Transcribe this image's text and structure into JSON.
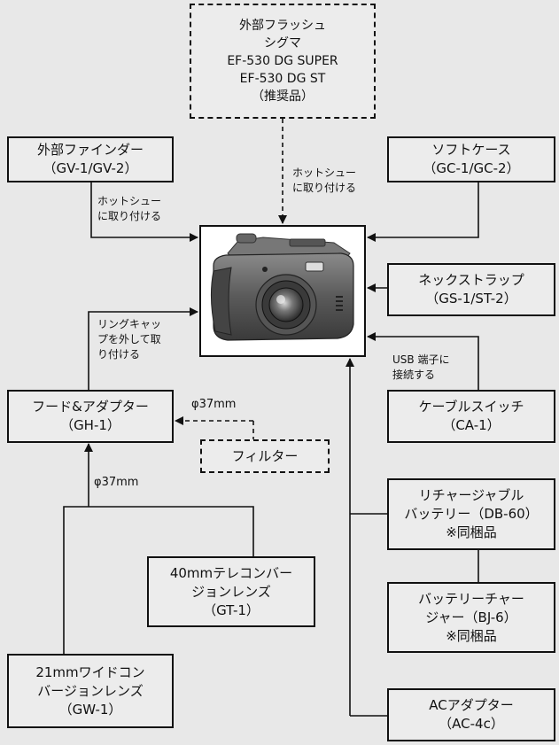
{
  "diagram": {
    "flash": {
      "lines": [
        "外部フラッシュ",
        "シグマ",
        "EF-530 DG SUPER",
        "EF-530 DG ST",
        "（推奨品）"
      ]
    },
    "finder": {
      "lines": [
        "外部ファインダー",
        "（GV-1/GV-2）"
      ]
    },
    "soft_case": {
      "lines": [
        "ソフトケース",
        "（GC-1/GC-2）"
      ]
    },
    "neck_strap": {
      "lines": [
        "ネックストラップ",
        "（GS-1/ST-2）"
      ]
    },
    "hood_adapter": {
      "lines": [
        "フード&アダプター",
        "（GH-1）"
      ]
    },
    "filter": {
      "lines": [
        "フィルター"
      ]
    },
    "cable_switch": {
      "lines": [
        "ケーブルスイッチ",
        "（CA-1）"
      ]
    },
    "tele_conv": {
      "lines": [
        "40mmテレコンバー",
        "ジョンレンズ",
        "（GT-1）"
      ]
    },
    "battery": {
      "lines": [
        "リチャージャブル",
        "バッテリー（DB-60）",
        "※同梱品"
      ]
    },
    "charger": {
      "lines": [
        "バッテリーチャー",
        "ジャー（BJ-6）",
        "※同梱品"
      ]
    },
    "wide_conv": {
      "lines": [
        "21mmワイドコン",
        "バージョンレンズ",
        "（GW-1）"
      ]
    },
    "ac_adapter": {
      "lines": [
        "ACアダプター",
        "（AC-4c）"
      ]
    },
    "notes": {
      "hot_shoe_left": [
        "ホットシュー",
        "に取り付ける"
      ],
      "hot_shoe_top": [
        "ホットシュー",
        "に取り付ける"
      ],
      "ring_cap": [
        "リングキャッ",
        "プを外して取",
        "り付ける"
      ],
      "usb": [
        "USB 端子に",
        "接続する"
      ],
      "phi_filter": "φ37mm",
      "phi_lens": "φ37mm"
    },
    "camera": {
      "icon": "camera-icon"
    }
  }
}
